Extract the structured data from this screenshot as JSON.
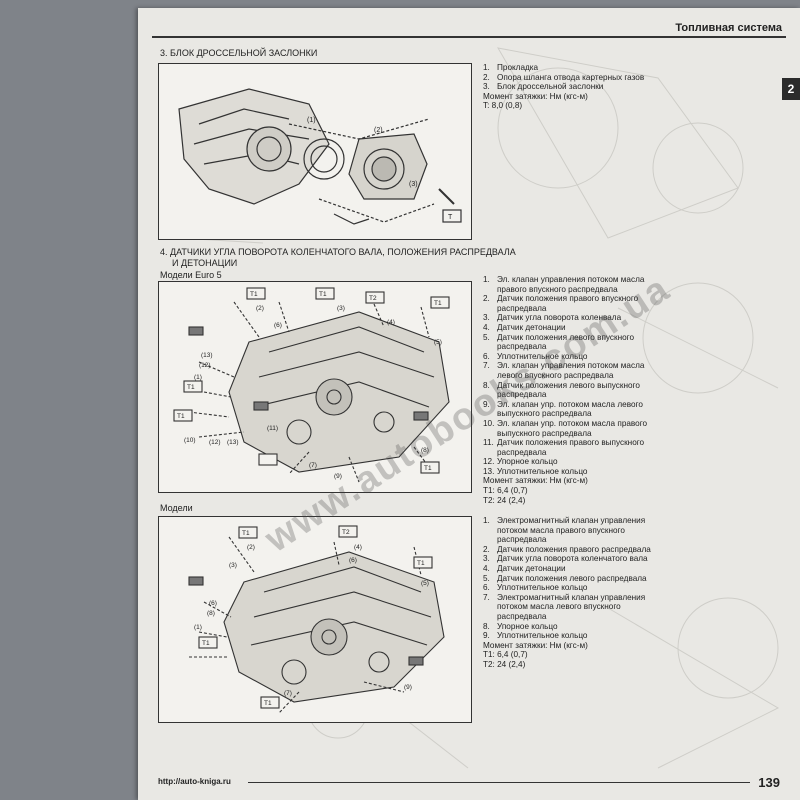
{
  "header": {
    "title": "Топливная система",
    "chapter": "2"
  },
  "section3": {
    "heading": "3. БЛОК ДРОССЕЛЬНОЙ ЗАСЛОНКИ",
    "callouts": [
      "(1)",
      "(2)",
      "(3)",
      "T"
    ],
    "legend": [
      {
        "num": "1.",
        "text": "Прокладка"
      },
      {
        "num": "2.",
        "text": "Опора шланга отвода картерных газов"
      },
      {
        "num": "3.",
        "text": "Блок дроссельной заслонки"
      }
    ],
    "torque_title": "Момент затяжки: Нм (кгс-м)",
    "torque": [
      "T: 8,0 (0,8)"
    ]
  },
  "section4": {
    "heading_line1": "4. ДАТЧИКИ УГЛА ПОВОРОТА КОЛЕНЧАТОГО ВАЛА, ПОЛОЖЕНИЯ РАСПРЕДВАЛА",
    "heading_line2": "И ДЕТОНАЦИИ",
    "subheading": "Модели Euro 5",
    "callouts": [
      "T1",
      "T1",
      "T2",
      "T1",
      "(2)",
      "(6)",
      "(3)",
      "(4)",
      "(5)",
      "(13)",
      "(12)",
      "(1)",
      "(10)",
      "(12)",
      "(13)",
      "(11)",
      "(9)",
      "(7)",
      "(8)",
      "T1",
      "T1",
      "T1"
    ],
    "legend": [
      {
        "num": "1.",
        "text": "Эл. клапан управления потоком масла правого впускного распредвала"
      },
      {
        "num": "2.",
        "text": "Датчик положения правого впускного распредвала"
      },
      {
        "num": "3.",
        "text": "Датчик угла поворота коленвала"
      },
      {
        "num": "4.",
        "text": "Датчик детонации"
      },
      {
        "num": "5.",
        "text": "Датчик положения левого впускного распредвала"
      },
      {
        "num": "6.",
        "text": "Уплотнительное кольцо"
      },
      {
        "num": "7.",
        "text": "Эл. клапан управления потоком масла левого впускного распредвала"
      },
      {
        "num": "8.",
        "text": "Датчик положения левого выпускного распредвала"
      },
      {
        "num": "9.",
        "text": "Эл. клапан упр. потоком масла левого выпускного распредвала"
      },
      {
        "num": "10.",
        "text": "Эл. клапан упр. потоком масла правого выпускного распредвала"
      },
      {
        "num": "11.",
        "text": "Датчик положения правого выпускного распредвала"
      },
      {
        "num": "12.",
        "text": "Упорное кольцо"
      },
      {
        "num": "13.",
        "text": "Уплотнительное кольцо"
      }
    ],
    "torque_title": "Момент затяжки: Нм (кгс-м)",
    "torque": [
      "T1: 6,4 (0,7)",
      "T2: 24 (2,4)"
    ]
  },
  "section5": {
    "subheading": "Модели",
    "callouts": [
      "T1",
      "T2",
      "T1",
      "T1",
      "(2)",
      "(4)",
      "(5)",
      "(3)",
      "(6)",
      "(6)",
      "(1)",
      "(8)",
      "(7)",
      "(9)",
      "T1"
    ],
    "legend": [
      {
        "num": "1.",
        "text": "Электромагнитный клапан управления потоком масла правого впускного распредвала"
      },
      {
        "num": "2.",
        "text": "Датчик положения правого распредвала"
      },
      {
        "num": "3.",
        "text": "Датчик угла поворота коленчатого вала"
      },
      {
        "num": "4.",
        "text": "Датчик детонации"
      },
      {
        "num": "5.",
        "text": "Датчик положения левого распредвала"
      },
      {
        "num": "6.",
        "text": "Уплотнительное кольцо"
      },
      {
        "num": "7.",
        "text": "Электромагнитный клапан управления потоком масла левого впускного распредвала"
      },
      {
        "num": "8.",
        "text": "Упорное кольцо"
      },
      {
        "num": "9.",
        "text": "Уплотнительное кольцо"
      }
    ],
    "torque_title": "Момент затяжки: Нм (кгс-м)",
    "torque": [
      "T1: 6,4 (0,7)",
      "T2: 24 (2,4)"
    ]
  },
  "footer": {
    "url": "http://auto-kniga.ru",
    "page_number": "139"
  },
  "watermark": "www.autobooks.com.ua"
}
